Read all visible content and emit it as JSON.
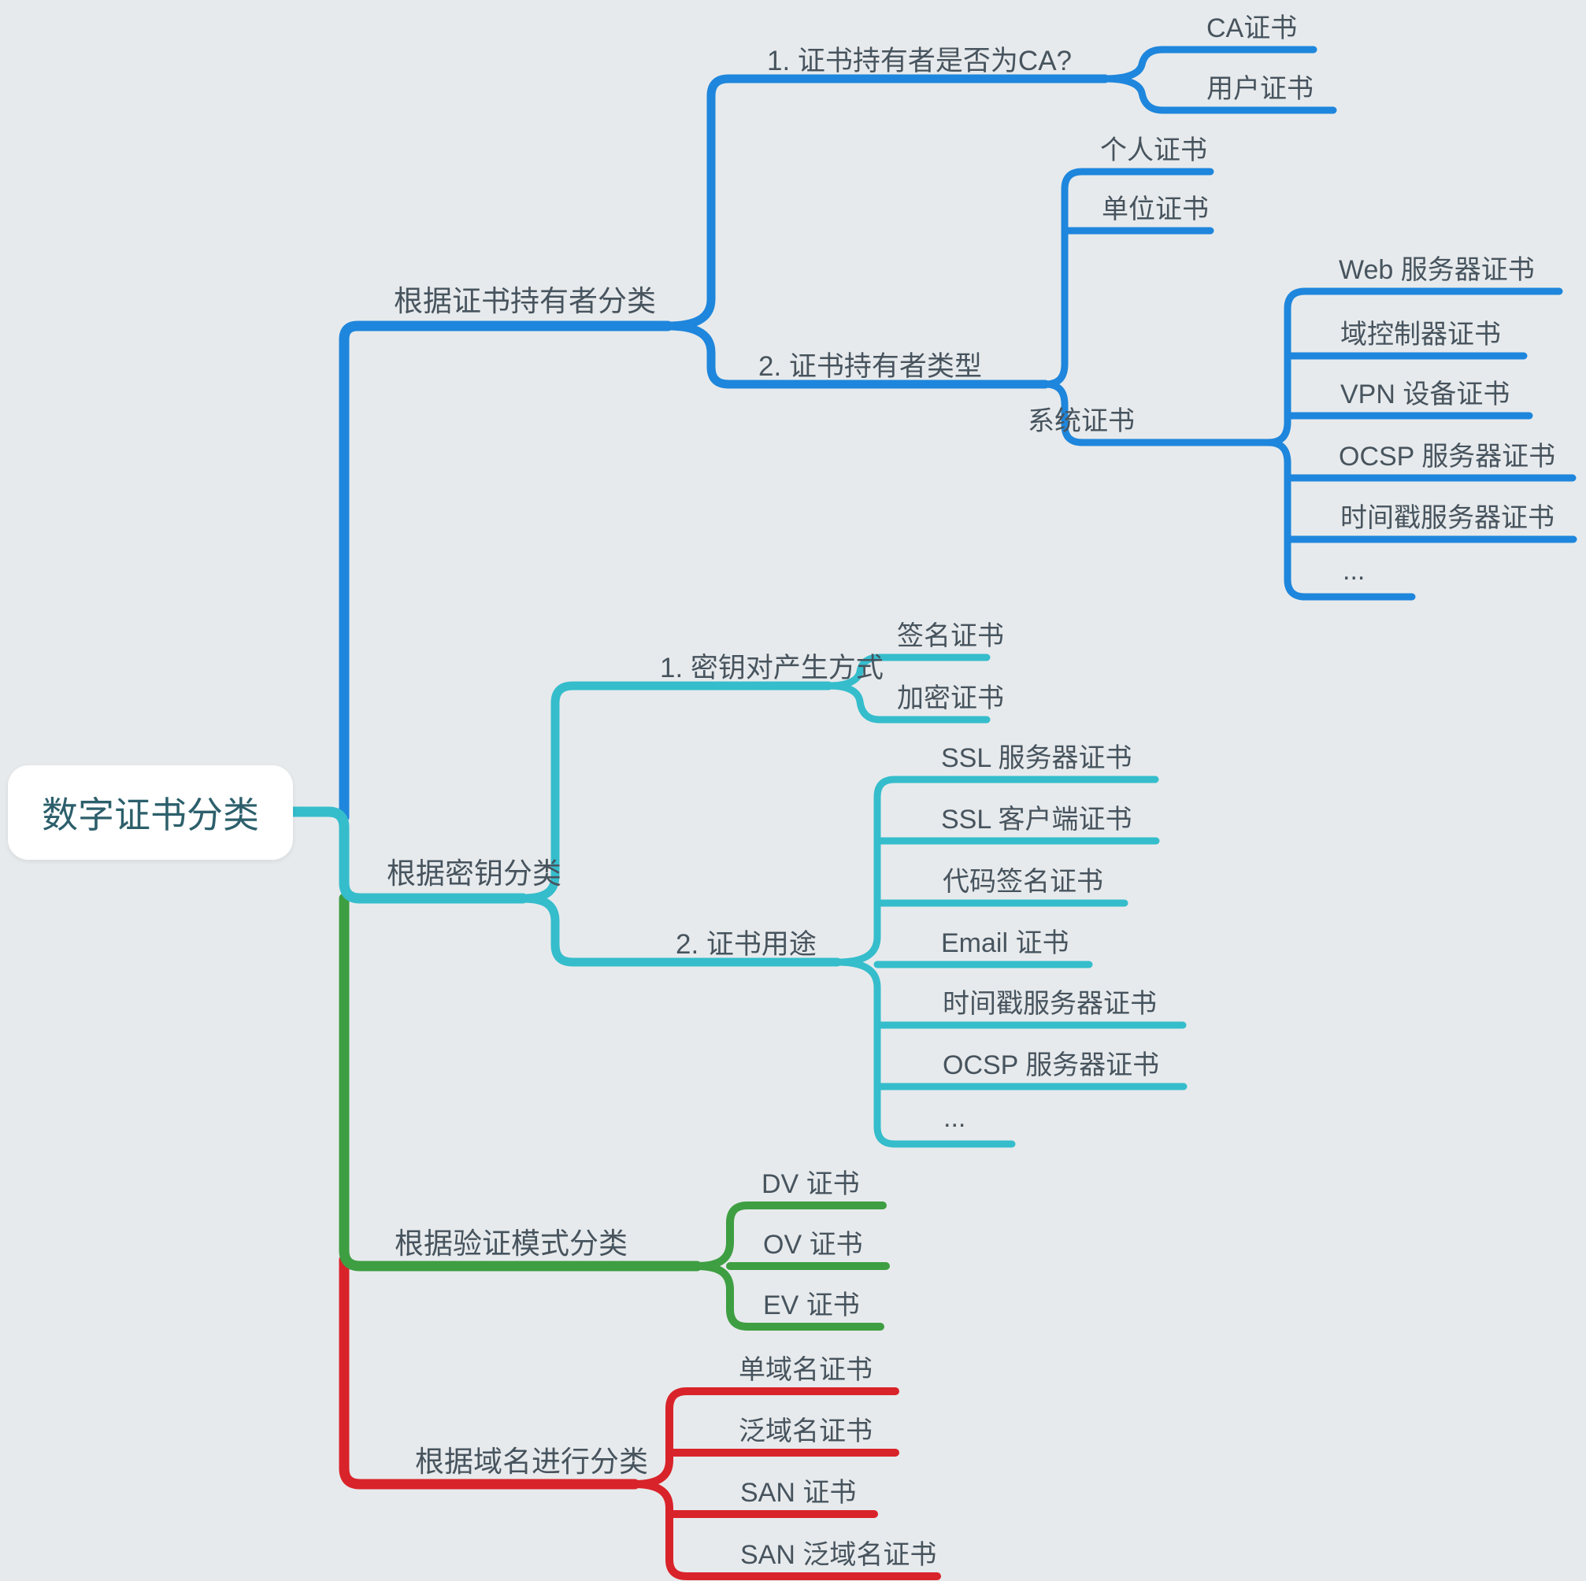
{
  "title": "数字证书分类",
  "colors": {
    "background": "#E7EAEC",
    "blue": "#1E86DC",
    "cyan": "#35BDCC",
    "green": "#3E9E42",
    "red": "#D9232A",
    "label_text": "#47545E",
    "root_text": "#2C5F6B",
    "root_bg": "#FFFFFF"
  },
  "root": {
    "label": "数字证书分类"
  },
  "tree": [
    {
      "label": "根据证书持有者分类",
      "color": "#1E86DC",
      "children": [
        {
          "label": "1. 证书持有者是否为CA?",
          "children": [
            {
              "label": "CA证书"
            },
            {
              "label": "用户证书"
            }
          ]
        },
        {
          "label": "2. 证书持有者类型",
          "children": [
            {
              "label": "个人证书"
            },
            {
              "label": "单位证书"
            },
            {
              "label": "系统证书",
              "children": [
                {
                  "label": "Web 服务器证书"
                },
                {
                  "label": "域控制器证书"
                },
                {
                  "label": "VPN 设备证书"
                },
                {
                  "label": "OCSP 服务器证书"
                },
                {
                  "label": "时间戳服务器证书"
                },
                {
                  "label": "..."
                }
              ]
            }
          ]
        }
      ]
    },
    {
      "label": "根据密钥分类",
      "color": "#35BDCC",
      "children": [
        {
          "label": "1. 密钥对产生方式",
          "children": [
            {
              "label": "签名证书"
            },
            {
              "label": "加密证书"
            }
          ]
        },
        {
          "label": "2. 证书用途",
          "children": [
            {
              "label": "SSL 服务器证书"
            },
            {
              "label": "SSL 客户端证书"
            },
            {
              "label": "代码签名证书"
            },
            {
              "label": "Email 证书"
            },
            {
              "label": "时间戳服务器证书"
            },
            {
              "label": "OCSP 服务器证书"
            },
            {
              "label": "..."
            }
          ]
        }
      ]
    },
    {
      "label": "根据验证模式分类",
      "color": "#3E9E42",
      "children": [
        {
          "label": "DV 证书"
        },
        {
          "label": "OV 证书"
        },
        {
          "label": "EV 证书"
        }
      ]
    },
    {
      "label": "根据域名进行分类",
      "color": "#D9232A",
      "children": [
        {
          "label": "单域名证书"
        },
        {
          "label": "泛域名证书"
        },
        {
          "label": "SAN 证书"
        },
        {
          "label": "SAN 泛域名证书"
        }
      ]
    }
  ]
}
